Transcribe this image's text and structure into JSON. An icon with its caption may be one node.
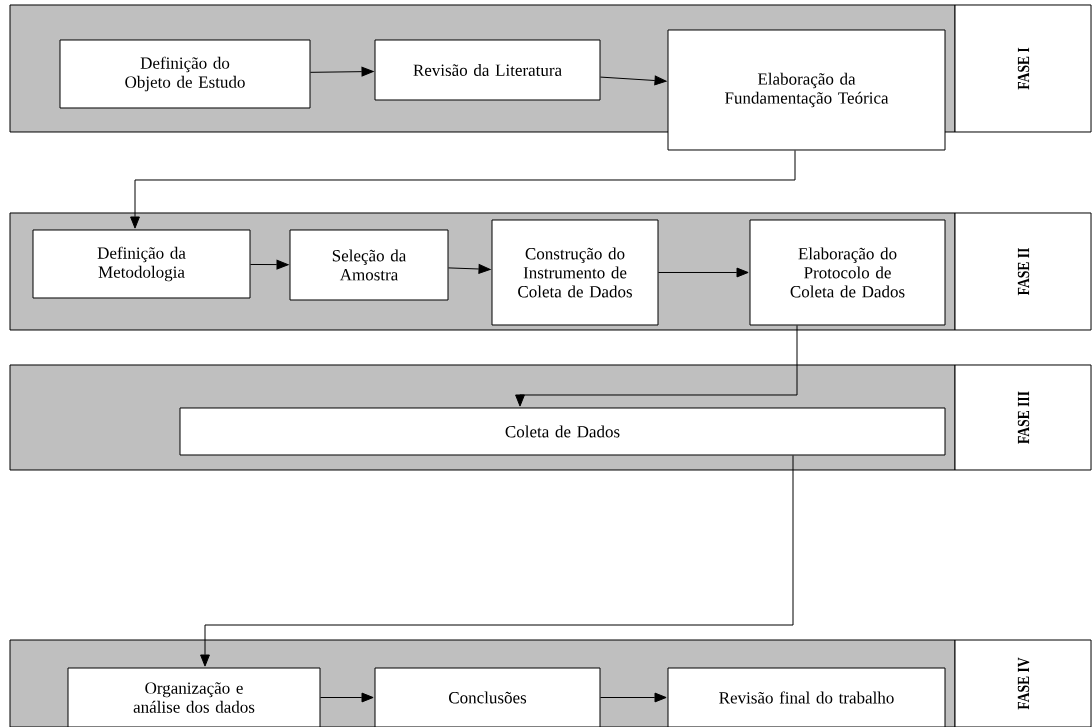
{
  "diagram": {
    "nodes": [
      {
        "text": [
          "FASE I"
        ]
      },
      {
        "text": [
          "Definição do Objeto de Estudo"
        ],
        "in": 0
      },
      {
        "text": [
          "Revisão da Literatura"
        ],
        "in": 0
      },
      {
        "text": [
          "Elaboração da Fundamentação Teórica"
        ]
      },
      {
        "text": [
          "FASE II"
        ]
      },
      {
        "text": [
          "Definição da Metodologia"
        ],
        "in": 4
      },
      {
        "text": [
          "Seleção da Amostra"
        ],
        "in": 4
      },
      {
        "text": [
          "Construção do Instrumento de Coleta de Dados"
        ],
        "in": 4
      },
      {
        "text": [
          "Elaboração do Protocolo de Coleta de Dados"
        ],
        "in": 4
      },
      {
        "text": [
          "FASE III"
        ]
      },
      {
        "text": [
          "Coleta de Dados"
        ],
        "in": 9
      },
      {
        "text": [
          "FASE IV"
        ]
      },
      {
        "text": [
          "Organização e análise dos dados"
        ],
        "in": 11
      },
      {
        "text": [
          "Conclusões"
        ],
        "in": 11
      },
      {
        "text": [
          "Revisão final do trabalho"
        ],
        "in": 11
      }
    ],
    "edges": [
      {
        "from": 1,
        "to": 2,
        "arrow": "to"
      },
      {
        "from": 2,
        "to": 3,
        "arrow": "to"
      },
      {
        "from": 3,
        "to": 5,
        "arrow": "to"
      },
      {
        "from": 5,
        "to": 6,
        "arrow": "to"
      },
      {
        "from": 6,
        "to": 7,
        "arrow": "to"
      },
      {
        "from": 7,
        "to": 8,
        "arrow": "to"
      },
      {
        "from": 8,
        "to": 10,
        "arrow": "to"
      },
      {
        "from": 10,
        "to": 12,
        "arrow": "to"
      },
      {
        "from": 12,
        "to": 13,
        "arrow": "to"
      },
      {
        "from": 13,
        "to": 14,
        "arrow": "to"
      }
    ]
  }
}
